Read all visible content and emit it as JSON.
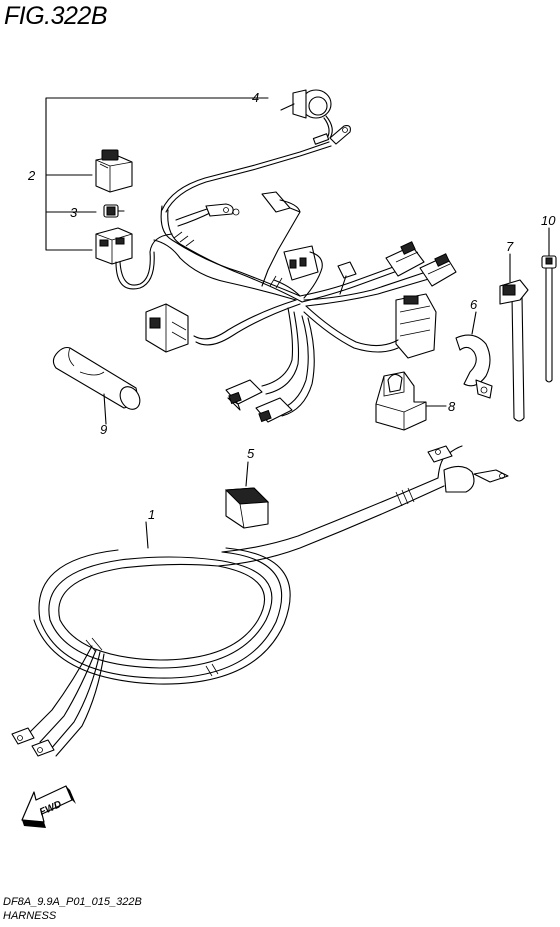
{
  "figure_title": "FIG.322B",
  "callouts": [
    {
      "id": "1",
      "label": "1"
    },
    {
      "id": "2",
      "label": "2"
    },
    {
      "id": "3",
      "label": "3"
    },
    {
      "id": "4",
      "label": "4"
    },
    {
      "id": "5",
      "label": "5"
    },
    {
      "id": "6",
      "label": "6"
    },
    {
      "id": "7",
      "label": "7"
    },
    {
      "id": "8",
      "label": "8"
    },
    {
      "id": "9",
      "label": "9"
    },
    {
      "id": "10",
      "label": "10"
    }
  ],
  "direction_arrow": {
    "label": "FWD"
  },
  "footer": {
    "code": "DF8A_9.9A_P01_015_322B",
    "name": "HARNESS"
  }
}
